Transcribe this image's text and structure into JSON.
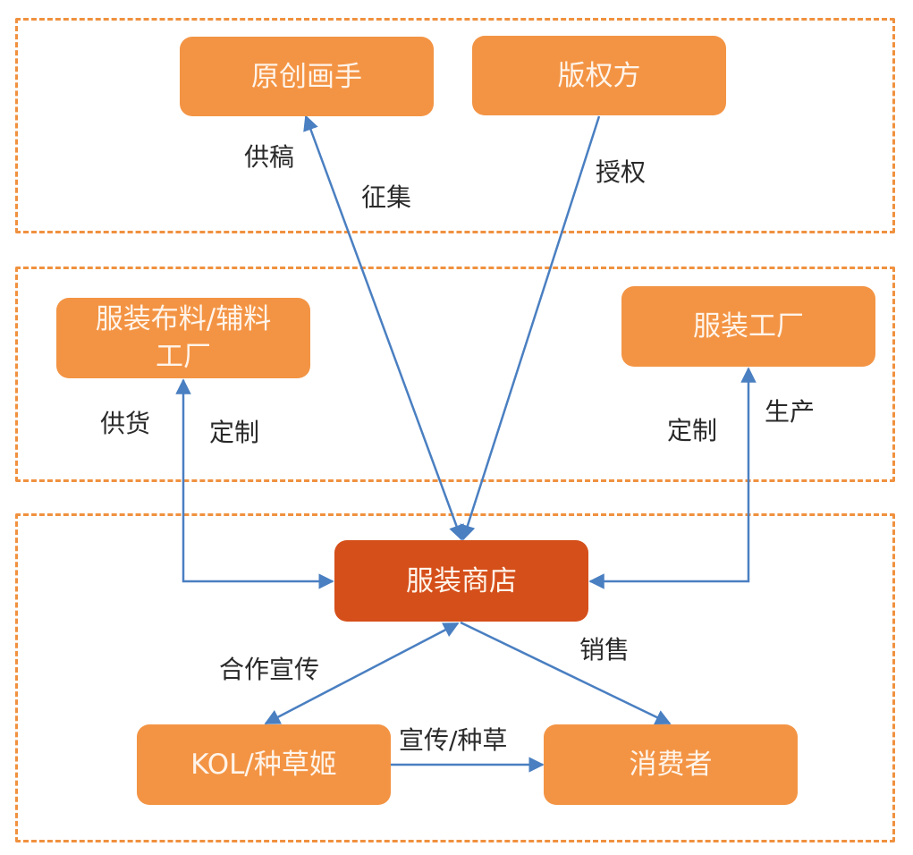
{
  "diagram": {
    "groups": [
      {
        "id": "creators",
        "name": "content-suppliers-group"
      },
      {
        "id": "factories",
        "name": "manufacturing-group"
      },
      {
        "id": "market",
        "name": "retail-market-group"
      }
    ],
    "nodes": {
      "artist": "原创画手",
      "copyright": "版权方",
      "fabric_factory": "服装布料/辅料工厂",
      "garment_factory": "服装工厂",
      "store": "服装商店",
      "kol": "KOL/种草姬",
      "consumer": "消费者"
    },
    "edge_labels": {
      "supply_drafts": "供稿",
      "collect": "征集",
      "authorize": "授权",
      "supply_goods": "供货",
      "customize_left": "定制",
      "customize_right": "定制",
      "produce": "生产",
      "co_promotion": "合作宣传",
      "sales": "销售",
      "promote_seed": "宣传/种草"
    },
    "edges": [
      {
        "from": "store",
        "to": "artist",
        "bidirectional": true,
        "labels": [
          "supply_drafts",
          "collect"
        ]
      },
      {
        "from": "copyright",
        "to": "store",
        "bidirectional": false,
        "labels": [
          "authorize"
        ]
      },
      {
        "from": "store",
        "to": "fabric_factory",
        "bidirectional": true,
        "labels": [
          "supply_goods",
          "customize_left"
        ]
      },
      {
        "from": "store",
        "to": "garment_factory",
        "bidirectional": true,
        "labels": [
          "customize_right",
          "produce"
        ]
      },
      {
        "from": "store",
        "to": "kol",
        "bidirectional": true,
        "labels": [
          "co_promotion"
        ]
      },
      {
        "from": "store",
        "to": "consumer",
        "bidirectional": false,
        "labels": [
          "sales"
        ]
      },
      {
        "from": "kol",
        "to": "consumer",
        "bidirectional": false,
        "labels": [
          "promote_seed"
        ]
      }
    ],
    "colors": {
      "node_fill": "#f39444",
      "center_fill": "#d54f1a",
      "group_border": "#f0913f",
      "edge": "#4a7fc1",
      "node_text": "#fff4ea"
    }
  }
}
